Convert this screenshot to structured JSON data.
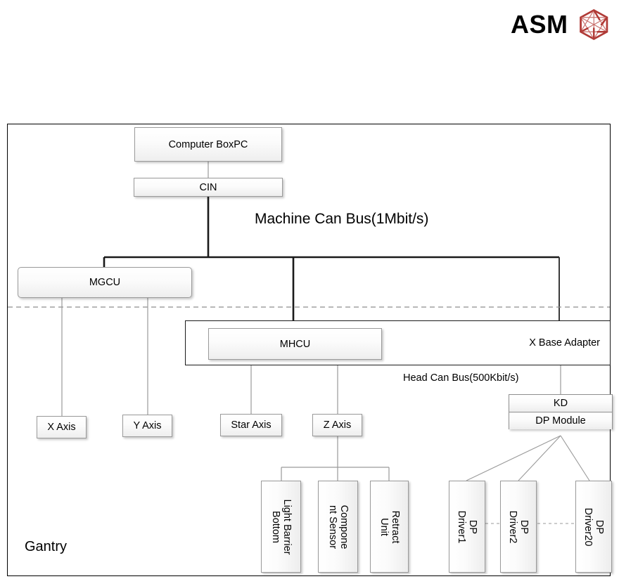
{
  "header": {
    "brand": "ASM",
    "logo_icon": "hexagon-lattice-logo",
    "logo_color": "#b03a36"
  },
  "diagram": {
    "title_labels": {
      "machine_bus": "Machine Can Bus(1Mbit/s)",
      "head_bus": "Head Can Bus(500Kbit/s)",
      "gantry": "Gantry"
    },
    "nodes": {
      "computer_boxpc": "Computer BoxPC",
      "cin": "CIN",
      "mgcu": "MGCU",
      "mhcu": "MHCU",
      "x_base_adapter": "X Base Adapter",
      "kd": "KD",
      "dp_module": "DP Module",
      "x_axis": "X Axis",
      "y_axis": "Y Axis",
      "star_axis": "Star Axis",
      "z_axis": "Z Axis"
    },
    "z_axis_children": [
      {
        "line1": "Light Barrier",
        "line2": "Bottom"
      },
      {
        "line1": "Compone",
        "line2": "nt Sensor"
      },
      {
        "line1": "Retract",
        "line2": "Unit"
      }
    ],
    "dp_drivers": [
      {
        "line1": "DP",
        "line2": "Driver1"
      },
      {
        "line1": "DP",
        "line2": "Driver2"
      },
      {
        "line1": "DP",
        "line2": "Driver20"
      }
    ]
  }
}
